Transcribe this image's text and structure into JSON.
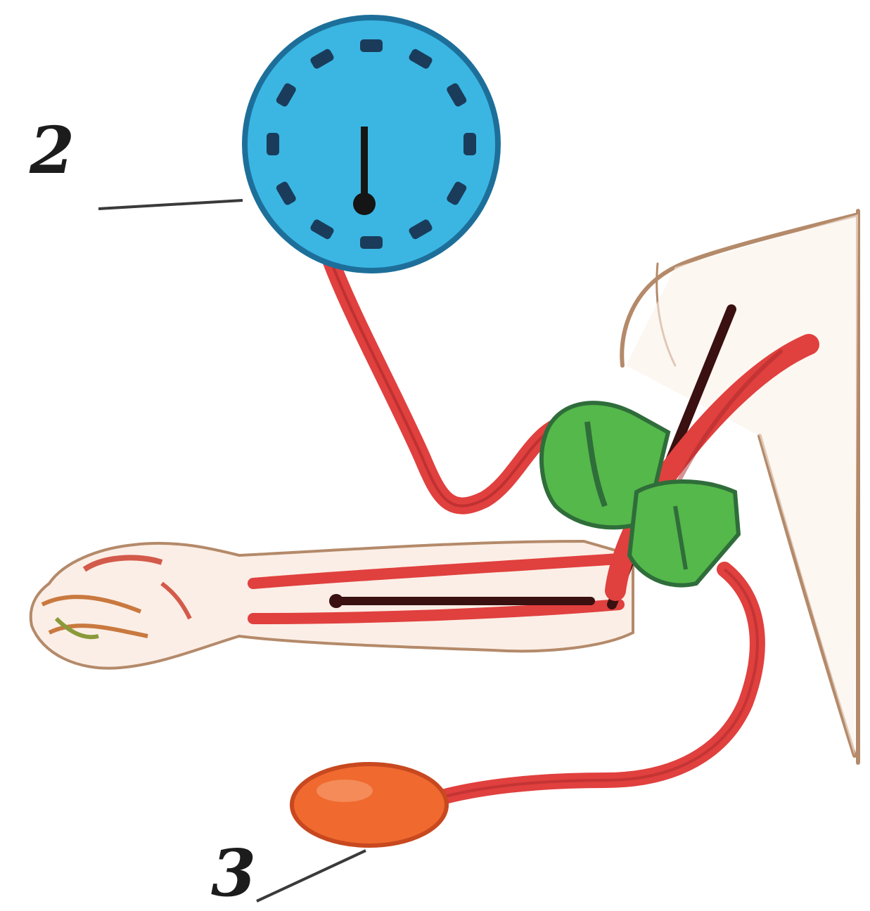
{
  "diagram": {
    "callouts": [
      {
        "id": "gauge",
        "label": "2"
      },
      {
        "id": "bulb",
        "label": "3"
      }
    ],
    "colors": {
      "gauge_face": "#3bb6e3",
      "gauge_rim": "#1d6f9a",
      "tube": "#e0403e",
      "tube_dark": "#a8282a",
      "cuff": "#55b84a",
      "cuff_dark": "#2f6d3a",
      "bulb": "#f0692f",
      "skin_outline": "#b48a6a",
      "skin": "#fbeee6"
    },
    "icons": [
      "gauge-icon",
      "cuff-icon",
      "bulb-icon",
      "arm-icon"
    ]
  }
}
